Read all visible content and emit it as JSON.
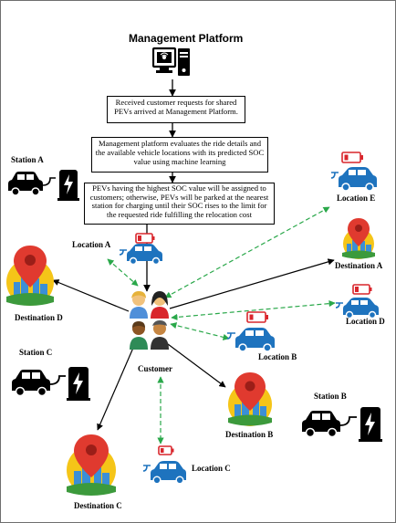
{
  "header": {
    "title": "Management Platform"
  },
  "flow": {
    "step1": "Received customer requests for shared PEVs arrived at Management Platform.",
    "step2": "Management platform evaluates the ride details and the available vehicle locations with its predicted SOC value using machine learning",
    "step3": "PEVs having the highest SOC value will be assigned to customers; otherwise, PEVs will be parked at the nearest station for charging until their SOC rises to the limit for the requested ride fulfilling the relocation cost"
  },
  "labels": {
    "station_a": "Station A",
    "station_b": "Station B",
    "station_c": "Station C",
    "location_a": "Location A",
    "location_b": "Location B",
    "location_c": "Location C",
    "location_d": "Location D",
    "location_e": "Location E",
    "destination_a": "Destination A",
    "destination_b": "Destination B",
    "destination_c": "Destination C",
    "destination_d": "Destination D",
    "customer": "Customer"
  },
  "colors": {
    "arrow_solid": "#000000",
    "arrow_dashed": "#2aa84a",
    "vehicle_blue": "#1e73be",
    "battery_red": "#d9262c",
    "pin_red": "#e03a2f",
    "ground_green": "#3c9a3c",
    "city_blue": "#3b8fd6",
    "sun_yellow": "#f5c518"
  },
  "icons": {
    "platform": "computer-tower-icon",
    "station": "charging-station-car-icon",
    "location": "ev-car-low-battery-icon",
    "destination": "map-pin-city-icon",
    "customer": "people-group-icon"
  }
}
